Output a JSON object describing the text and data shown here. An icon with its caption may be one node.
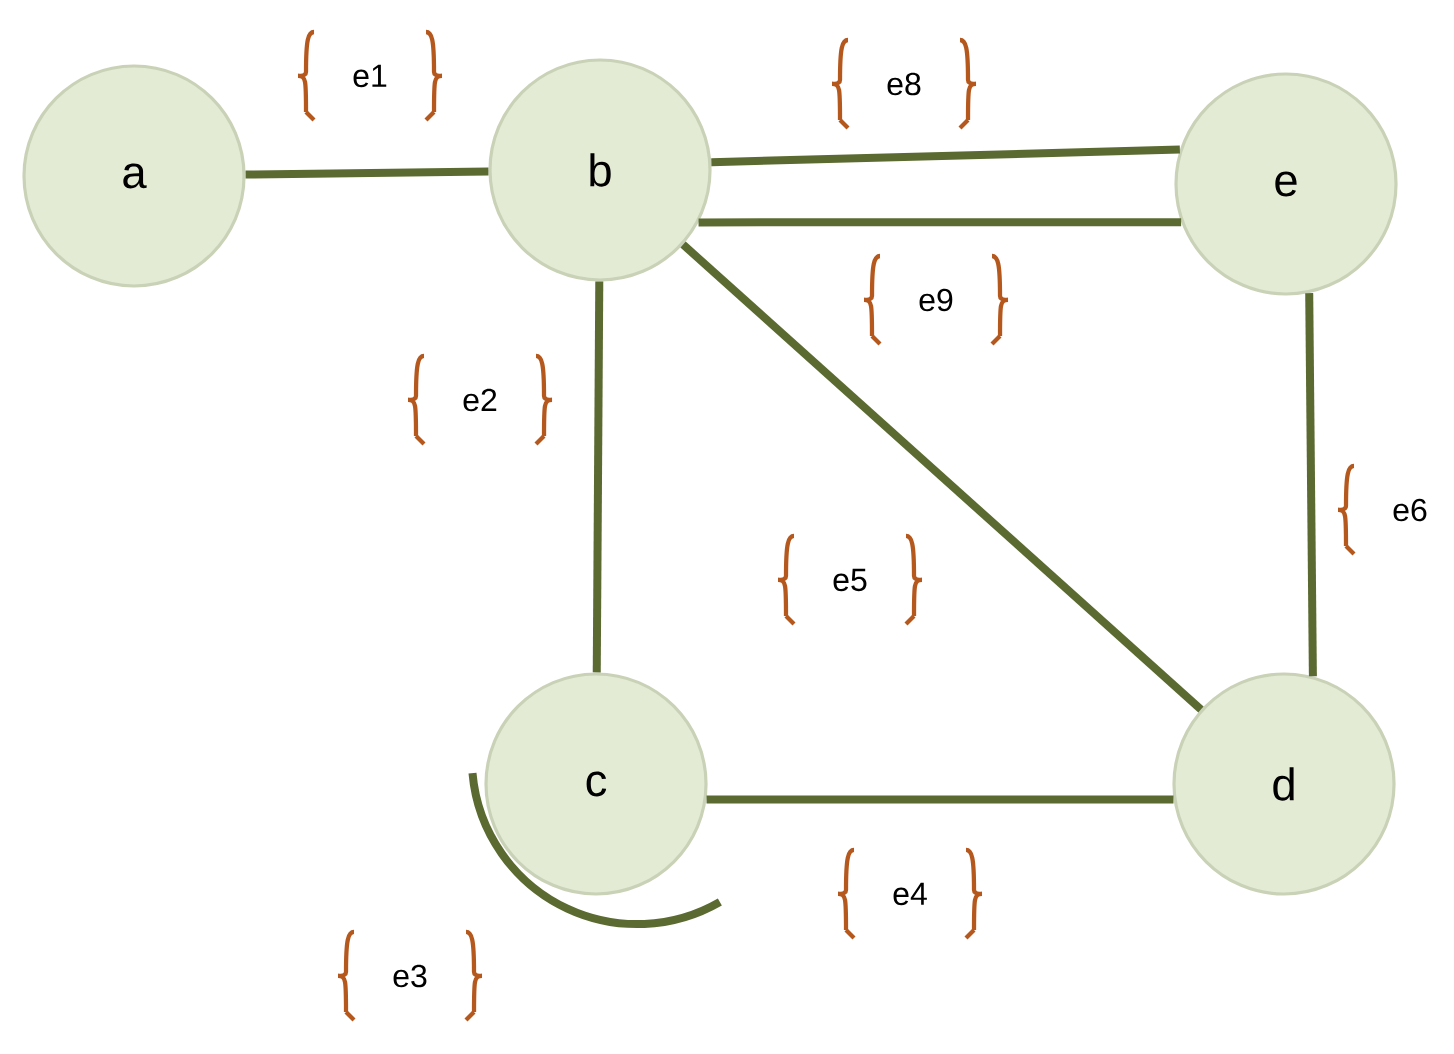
{
  "diagram": {
    "nodes": [
      {
        "text": [
          "a"
        ]
      },
      {
        "text": [
          "b"
        ]
      },
      {
        "text": [
          "e"
        ]
      },
      {
        "text": [
          "c"
        ]
      },
      {
        "text": [
          "d"
        ]
      }
    ],
    "edges": [
      {
        "from": 0,
        "to": 1,
        "arrow": "none",
        "label": "e1"
      },
      {
        "from": 1,
        "to": 3,
        "arrow": "none",
        "label": "e2"
      },
      {
        "from": 3,
        "to": 3,
        "arrow": "none",
        "label": "e3"
      },
      {
        "from": 3,
        "to": 4,
        "arrow": "none",
        "label": "e4"
      },
      {
        "from": 1,
        "to": 4,
        "arrow": "none",
        "label": "e5"
      },
      {
        "from": 2,
        "to": 4,
        "arrow": "none",
        "label": "e6"
      },
      {
        "from": 1,
        "to": 2,
        "arrow": "none",
        "label": "e8"
      },
      {
        "from": 1,
        "to": 2,
        "arrow": "none",
        "label": "e9"
      }
    ]
  }
}
